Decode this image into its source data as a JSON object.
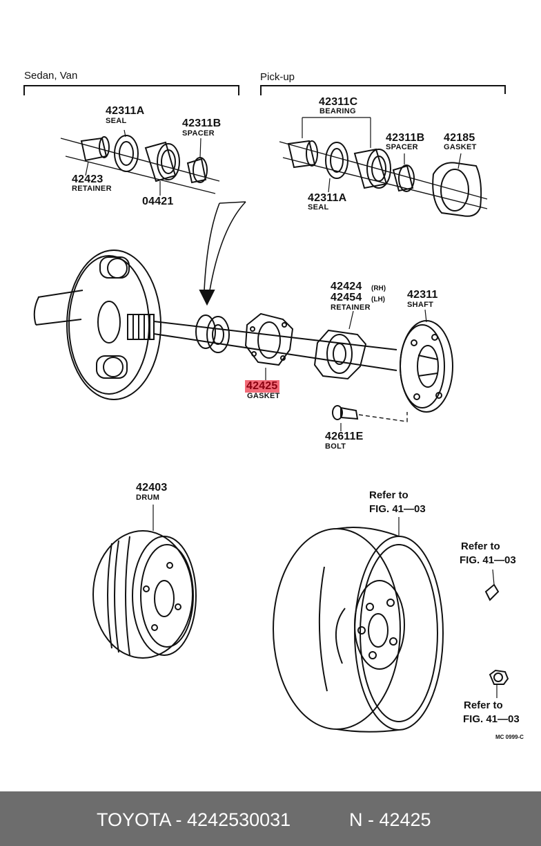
{
  "sections": {
    "left": "Sedan, Van",
    "right": "Pick-up"
  },
  "parts": {
    "p42311A_top": {
      "number": "42311A",
      "name": "SEAL"
    },
    "p42311B_left": {
      "number": "42311B",
      "name": "SPACER"
    },
    "p42423": {
      "number": "42423",
      "name": "RETAINER"
    },
    "p04421": {
      "number": "04421"
    },
    "p42311C": {
      "number": "42311C",
      "name": "BEARING"
    },
    "p42311B_right": {
      "number": "42311B",
      "name": "SPACER"
    },
    "p42185": {
      "number": "42185",
      "name": "GASKET"
    },
    "p42311A_bottom": {
      "number": "42311A",
      "name": "SEAL"
    },
    "p42424": {
      "number": "42424",
      "side": "(RH)"
    },
    "p42454": {
      "number": "42454",
      "side": "(LH)",
      "name": "RETAINER"
    },
    "p42311": {
      "number": "42311",
      "name": "SHAFT"
    },
    "p42425": {
      "number": "42425",
      "name": "GASKET"
    },
    "p42611E": {
      "number": "42611E",
      "name": "BOLT"
    },
    "p42403": {
      "number": "42403",
      "name": "DRUM"
    }
  },
  "refs": {
    "wheel": {
      "line1": "Refer to",
      "line2": "FIG. 41—03"
    },
    "valve": {
      "line1": "Refer to",
      "line2": "FIG. 41—03"
    },
    "nut": {
      "line1": "Refer to",
      "line2": "FIG. 41—03"
    }
  },
  "code": "MC 0999-C",
  "footer": {
    "brand": "TOYOTA - 4242530031",
    "part": "N - 42425"
  }
}
